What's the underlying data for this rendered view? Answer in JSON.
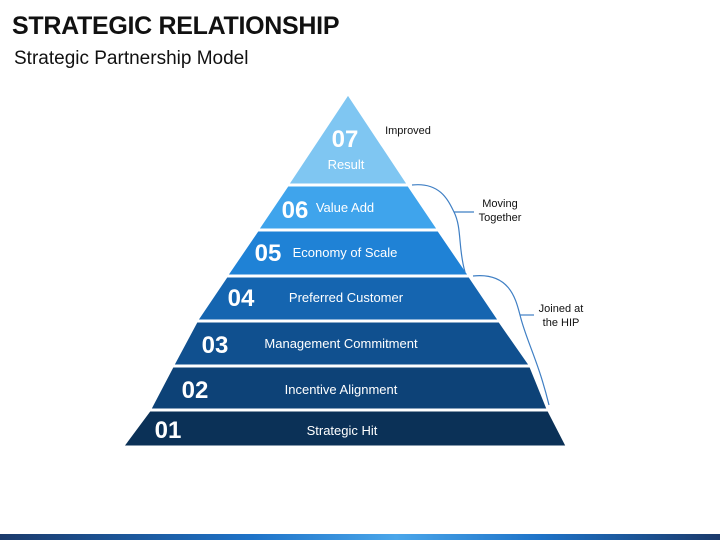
{
  "header": {
    "title": "STRATEGIC RELATIONSHIP",
    "subtitle": "Strategic Partnership Model"
  },
  "pyramid": {
    "levels": [
      {
        "number": "07",
        "label": "Result",
        "color": "#7fc6f2"
      },
      {
        "number": "06",
        "label": "Value Add",
        "color": "#3fa4ec"
      },
      {
        "number": "05",
        "label": "Economy of Scale",
        "color": "#1f82d6"
      },
      {
        "number": "04",
        "label": "Preferred Customer",
        "color": "#1565b0"
      },
      {
        "number": "03",
        "label": "Management Commitment",
        "color": "#10508f"
      },
      {
        "number": "02",
        "label": "Incentive Alignment",
        "color": "#0d4277"
      },
      {
        "number": "01",
        "label": "Strategic Hit",
        "color": "#0b3157"
      }
    ]
  },
  "annotations": {
    "improved": "Improved",
    "moving_line1": "Moving",
    "moving_line2": "Together",
    "joined_line1": "Joined at",
    "joined_line2": "the HIP"
  },
  "accent_colors": {
    "bracket": "#3f7fc4"
  }
}
